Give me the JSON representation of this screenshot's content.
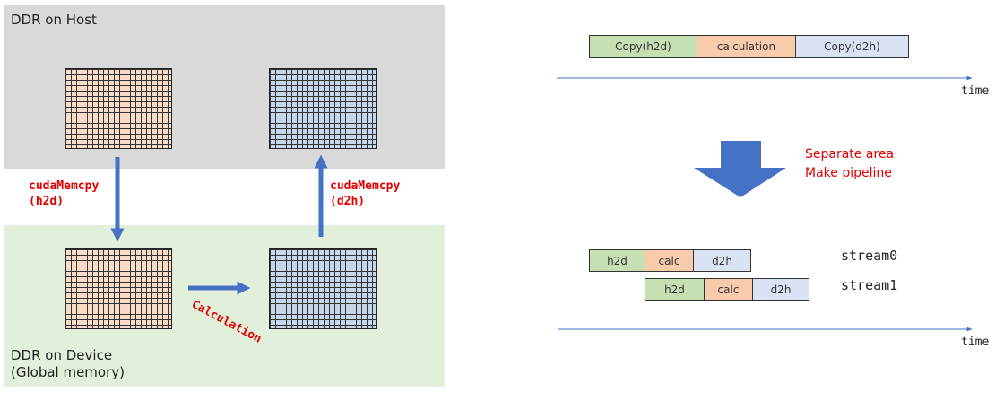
{
  "left_diagram": {
    "host_title": "DDR on Host",
    "device_title_line1": "DDR on Device",
    "device_title_line2": "(Global memory)",
    "memcpy_h2d_line1": "cudaMemcpy",
    "memcpy_h2d_line2": "(h2d)",
    "memcpy_d2h_line1": "cudaMemcpy",
    "memcpy_d2h_line2": "(d2h)",
    "calculation_label": "Calculation"
  },
  "right_diagram": {
    "sequential": {
      "copy_h2d": "Copy(h2d)",
      "calculation": "calculation",
      "copy_d2h": "Copy(d2h)"
    },
    "time_label_top": "time",
    "note_line1": "Separate area",
    "note_line2": "Make pipeline",
    "stream0": {
      "name": "stream0",
      "h2d": "h2d",
      "calc": "calc",
      "d2h": "d2h"
    },
    "stream1": {
      "name": "stream1",
      "h2d": "h2d",
      "calc": "calc",
      "d2h": "d2h"
    },
    "time_label_bottom": "time"
  },
  "colors": {
    "arrow_blue": "#4472c4",
    "note_red": "#e00000",
    "host_bg": "#d9d9d9",
    "device_bg": "#e2efda",
    "h2d_green": "#c6e0b4",
    "calc_orange": "#f8cbad",
    "d2h_blue": "#dae3f3"
  }
}
